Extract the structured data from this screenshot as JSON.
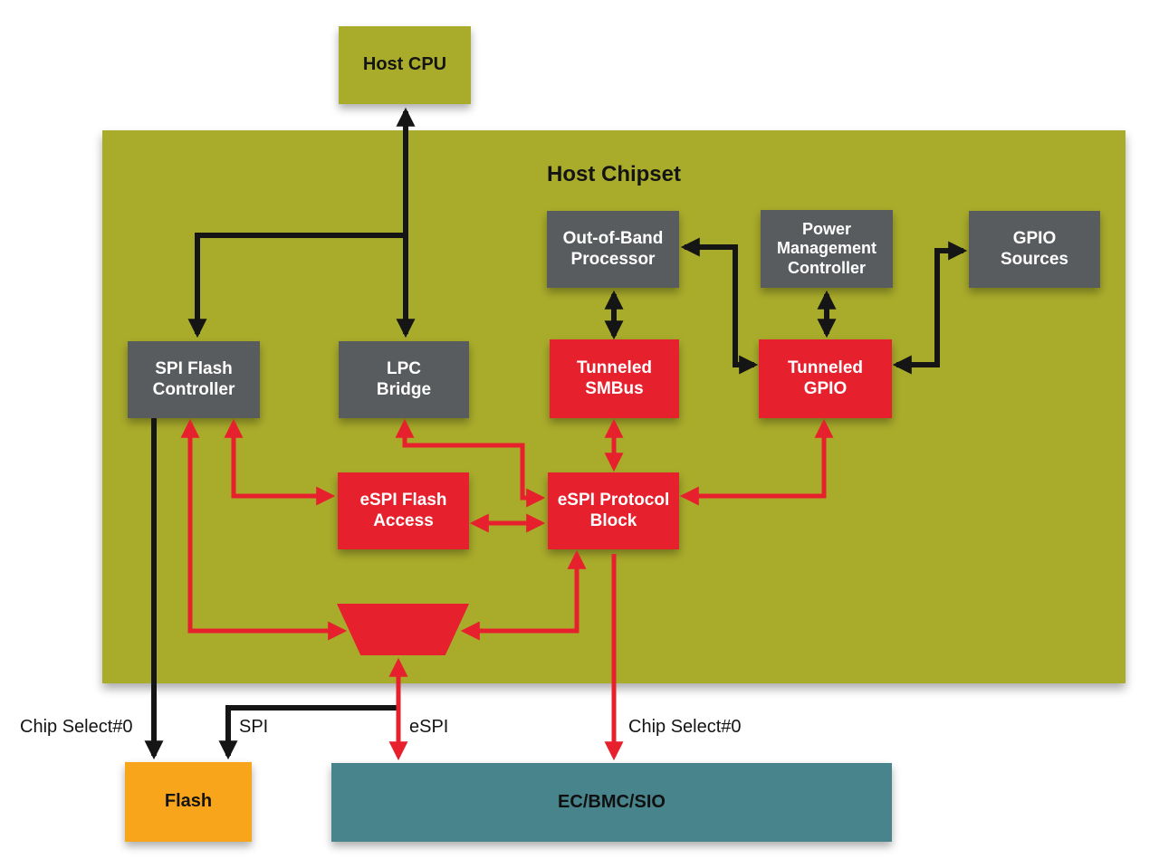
{
  "chipset_title": "Host Chipset",
  "blocks": {
    "host_cpu": "Host CPU",
    "spi_flash_controller": "SPI Flash\nController",
    "lpc_bridge": "LPC\nBridge",
    "oob_processor": "Out-of-Band\nProcessor",
    "power_mgmt_controller": "Power\nManagement\nController",
    "gpio_sources": "GPIO\nSources",
    "tunneled_smbus": "Tunneled\nSMBus",
    "tunneled_gpio": "Tunneled\nGPIO",
    "espi_flash_access": "eSPI Flash\nAccess",
    "espi_protocol_block": "eSPI Protocol\nBlock",
    "flash": "Flash",
    "ec_bmc_sio": "EC/BMC/SIO"
  },
  "wire_labels": {
    "chip_select_left": "Chip Select#0",
    "spi": "SPI",
    "espi": "eSPI",
    "chip_select_right": "Chip Select#0"
  },
  "colors": {
    "chipset_olive": "#A9AC2B",
    "block_gray": "#595C5E",
    "block_red": "#E6202C",
    "flash_orange": "#F9A51B",
    "ec_teal": "#47848B",
    "wire_black": "#151515",
    "wire_red": "#E6202C"
  },
  "connections": [
    {
      "from": "Host CPU",
      "to": "LPC Bridge",
      "color": "black",
      "bidirectional": true
    },
    {
      "from": "Host CPU line",
      "to": "SPI Flash Controller",
      "color": "black",
      "bidirectional": false
    },
    {
      "from": "Out-of-Band Processor",
      "to": "Tunneled SMBus",
      "color": "black",
      "bidirectional": true
    },
    {
      "from": "Power Management Controller",
      "to": "Tunneled GPIO",
      "color": "black",
      "bidirectional": true
    },
    {
      "from": "Tunneled GPIO",
      "to": "Out-of-Band Processor",
      "color": "black",
      "bidirectional": true
    },
    {
      "from": "Tunneled GPIO",
      "to": "GPIO Sources",
      "color": "black",
      "bidirectional": true
    },
    {
      "from": "SPI Flash Controller",
      "to": "Flash",
      "color": "black",
      "bidirectional": false,
      "label": "Chip Select#0"
    },
    {
      "from": "eSPI line tap",
      "to": "Flash",
      "color": "black",
      "bidirectional": false,
      "label": "SPI"
    },
    {
      "from": "SPI Flash Controller",
      "to": "Mux",
      "color": "red",
      "bidirectional": true
    },
    {
      "from": "SPI Flash Controller",
      "to": "eSPI Flash Access",
      "color": "red",
      "bidirectional": true
    },
    {
      "from": "LPC Bridge",
      "to": "eSPI Protocol Block",
      "color": "red",
      "bidirectional": true
    },
    {
      "from": "eSPI Flash Access",
      "to": "eSPI Protocol Block",
      "color": "red",
      "bidirectional": true
    },
    {
      "from": "Tunneled SMBus",
      "to": "eSPI Protocol Block",
      "color": "red",
      "bidirectional": true
    },
    {
      "from": "Tunneled GPIO",
      "to": "eSPI Protocol Block",
      "color": "red",
      "bidirectional": true
    },
    {
      "from": "eSPI Protocol Block",
      "to": "Mux",
      "color": "red",
      "bidirectional": true
    },
    {
      "from": "Mux",
      "to": "EC/BMC/SIO",
      "color": "red",
      "bidirectional": true,
      "label": "eSPI"
    },
    {
      "from": "eSPI Protocol Block",
      "to": "EC/BMC/SIO",
      "color": "red",
      "bidirectional": false,
      "label": "Chip Select#0"
    }
  ]
}
